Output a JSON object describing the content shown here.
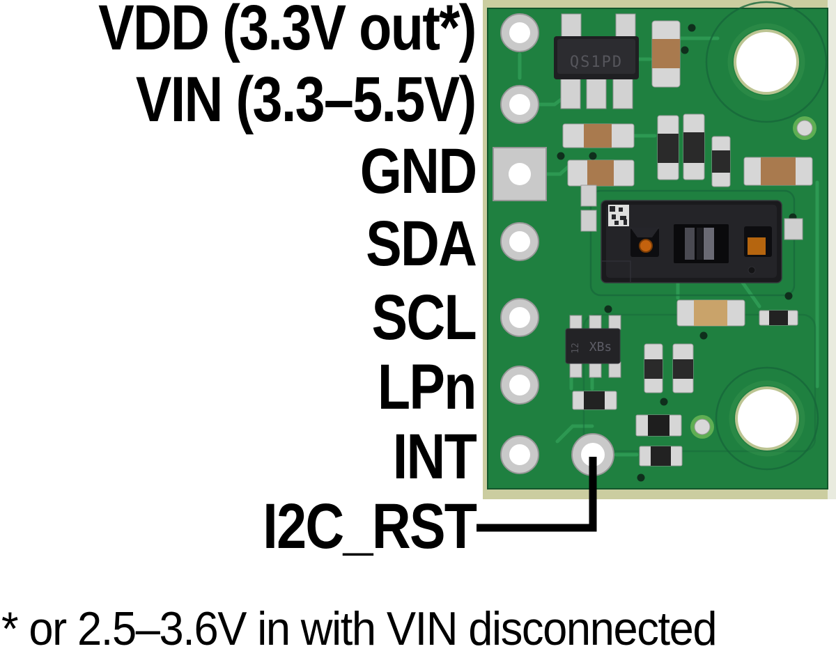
{
  "pins": [
    {
      "name": "vdd",
      "label": "VDD (3.3V out*)"
    },
    {
      "name": "vin",
      "label": "VIN (3.3–5.5V)"
    },
    {
      "name": "gnd",
      "label": "GND"
    },
    {
      "name": "sda",
      "label": "SDA"
    },
    {
      "name": "scl",
      "label": "SCL"
    },
    {
      "name": "lpn",
      "label": "LPn"
    },
    {
      "name": "int",
      "label": "INT"
    },
    {
      "name": "i2c_rst",
      "label": "I2C_RST"
    }
  ],
  "footnote": "* or 2.5–3.6V in with VIN disconnected",
  "board": {
    "chips": [
      {
        "marking": "QS1PD"
      },
      {
        "marking": "XBs"
      },
      {
        "marking_secondary": "12"
      }
    ],
    "colors": {
      "soldermask_green": "#1f8040",
      "trace_green": "#2f9b55",
      "board_edge_tan": "#cbcda0",
      "board_edge_light": "#e9ebdf",
      "pad_silver": "#c9c9c9",
      "sensor_black": "#1a1a1d",
      "aperture_orange": "#c4620e",
      "capacitor_brown": "#a97a4e",
      "capacitor_tan": "#c9a36a",
      "pointer_line_black": "#000000"
    }
  }
}
